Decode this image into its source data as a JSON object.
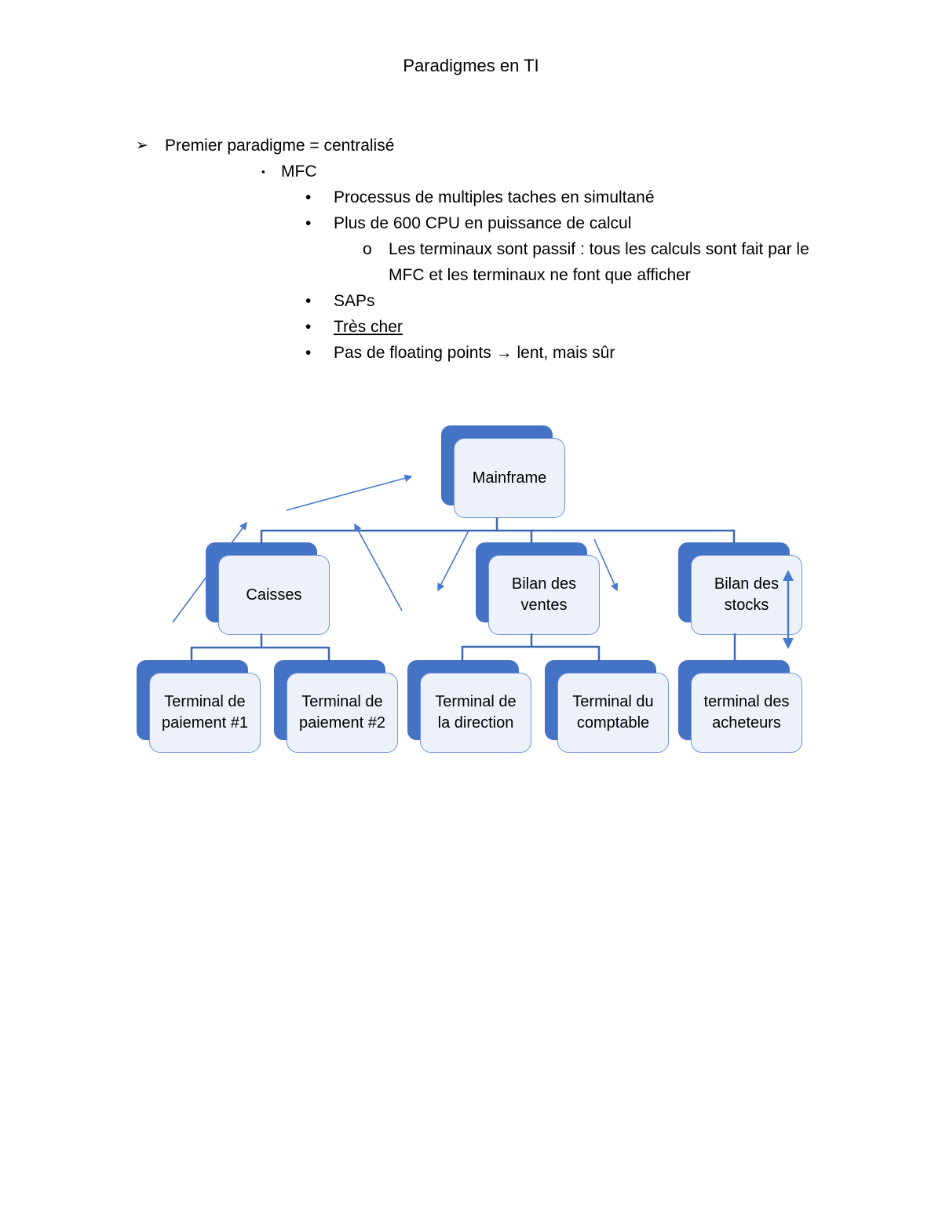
{
  "title": "Paradigmes en TI",
  "outline": {
    "items": [
      {
        "marker": "➢",
        "text": "Premier paradigme = centralisé"
      },
      {
        "marker": "▪",
        "text": "MFC"
      },
      {
        "marker": "•",
        "text": "Processus de multiples taches en simultané"
      },
      {
        "marker": "•",
        "text": "Plus de 600 CPU en puissance de calcul"
      },
      {
        "marker": "o",
        "text": "Les terminaux sont passif : tous les calculs sont fait par le MFC et les terminaux ne font que afficher"
      },
      {
        "marker": "•",
        "text": "SAPs"
      },
      {
        "marker": "•",
        "text": "Très cher"
      },
      {
        "marker": "•",
        "text": "Pas de floating points → lent, mais sûr"
      }
    ]
  },
  "diagram": {
    "nodes": [
      {
        "id": "mainframe",
        "label": "Mainframe"
      },
      {
        "id": "caisses",
        "label": "Caisses"
      },
      {
        "id": "bilan-ventes",
        "label": "Bilan des ventes"
      },
      {
        "id": "bilan-stocks",
        "label": "Bilan des stocks"
      },
      {
        "id": "terminal-paiement-1",
        "label": "Terminal de paiement #1"
      },
      {
        "id": "terminal-paiement-2",
        "label": "Terminal de paiement #2"
      },
      {
        "id": "terminal-direction",
        "label": "Terminal de la direction"
      },
      {
        "id": "terminal-comptable",
        "label": "Terminal du comptable"
      },
      {
        "id": "terminal-acheteurs",
        "label": "terminal des acheteurs"
      }
    ],
    "colors": {
      "box_back": "#4472C4",
      "box_front": "#EDF2FA",
      "box_border": "#7092D8",
      "connector": "#3D68B1",
      "arrow": "#4779CC"
    }
  }
}
